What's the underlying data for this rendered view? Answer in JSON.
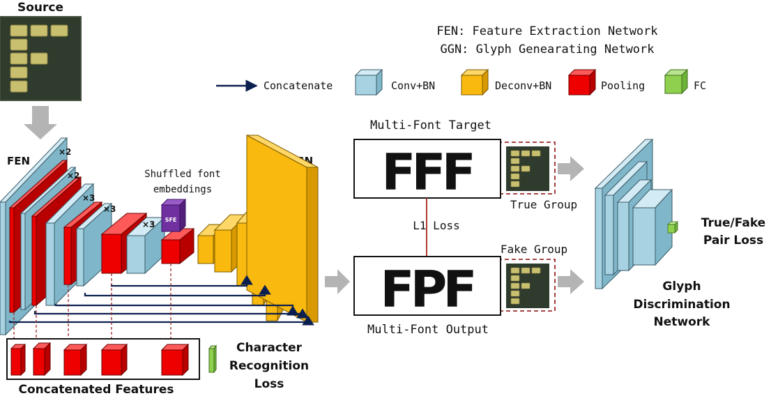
{
  "source_label": "Source",
  "legend_defs": {
    "fen": "FEN: Feature Extraction Network",
    "ggn": "GGN: Glyph Genearating Network"
  },
  "legend": {
    "concatenate": "Concatenate",
    "conv": "Conv+BN",
    "deconv": "Deconv+BN",
    "pooling": "Pooling",
    "fc": "FC"
  },
  "colors": {
    "conv": "#a6d2e2",
    "deconv": "#f9b90e",
    "pooling": "#ee0000",
    "fc": "#8fd14f",
    "sfe": "#7030a0",
    "arrow": "#0b1f4e",
    "loss_line": "#b03a2e",
    "dashed": "#9b2a2a",
    "gray_arrow": "#b4b4b4"
  },
  "fen": {
    "label": "FEN",
    "repeats": [
      "×2",
      "×2",
      "×3",
      "×3",
      "×3"
    ]
  },
  "sfe": {
    "title_line1": "Shuffled font",
    "title_line2": "embeddings",
    "cube_label": "SFE"
  },
  "ggn": {
    "label": "GGN"
  },
  "concat": {
    "label": "Concatenated Features",
    "loss_line1": "Character",
    "loss_line2": "Recognition",
    "loss_line3": "Loss"
  },
  "target": {
    "title": "Multi-Font Target",
    "glyphs": "FFF",
    "group_label": "True Group"
  },
  "output": {
    "title": "Multi-Font Output",
    "glyphs": "FPF",
    "group_label": "Fake Group"
  },
  "l1_loss": "L1  Loss",
  "discriminator": {
    "line1": "Glyph",
    "line2": "Discrimination",
    "line3": "Network"
  },
  "pair_loss": {
    "line1": "True/Fake",
    "line2": "Pair Loss"
  }
}
